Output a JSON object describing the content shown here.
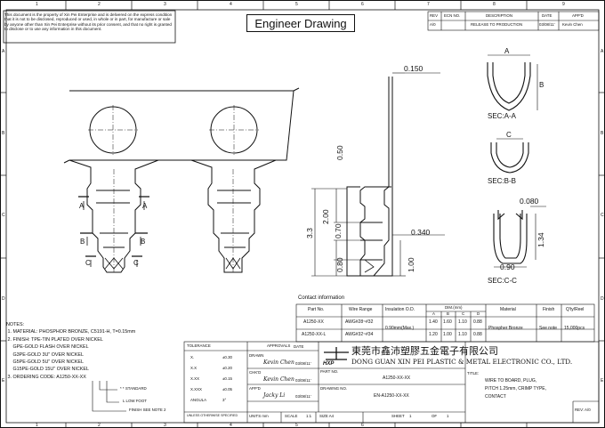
{
  "notice": "This document is the property of Xin Pei Enterprise and is delivered on the express condition that it is not to be disclosed, reproduced or used, in whole or in part, for manufacture or sale by anyone other than Xin Pei Enterprise without its prior consent, and that no right is granted to disclose or to use any information in this document.",
  "title": "Engineer Drawing",
  "columns": [
    "1",
    "2",
    "3",
    "4",
    "5",
    "6",
    "7",
    "8",
    "9"
  ],
  "rows": [
    "A",
    "B",
    "C",
    "D",
    "E"
  ],
  "revision": {
    "headers": [
      "REV",
      "ECN NO.",
      "DESCRIPTION",
      "DATE",
      "APP'D"
    ],
    "row": [
      "A/0",
      "",
      "RELEASE TO PRODUCTION",
      "03/08/11'",
      "Kevin Chen"
    ]
  },
  "dimensions": {
    "thickness": "0.150",
    "d050": "0.50",
    "d200": "2.00",
    "d33": "3.3",
    "d070": "0.70",
    "d0340": "0.340",
    "d080": "0.80",
    "d100": "1.00",
    "d0080": "0.080",
    "d134": "1.34",
    "d090": "0.90"
  },
  "sections": {
    "a": "SEC:A-A",
    "b": "SEC:B-B",
    "c": "SEC:C-C",
    "label_a": "A",
    "label_b": "B",
    "label_c": "C"
  },
  "contact": {
    "title": "Contact information",
    "headers": [
      "Part No.",
      "Wire Range",
      "Insulation O.D.",
      "DIM.(mm)",
      "Material",
      "Finish",
      "Q'ty/Reel"
    ],
    "dim_cols": [
      "A",
      "B",
      "C",
      "D"
    ],
    "rows": [
      {
        "part": "A1250-XX",
        "wire": "AWG#28~#32",
        "a": "1.40",
        "b": "1.60",
        "c": "1.10",
        "d": "0.88"
      },
      {
        "part": "A1250-XX-L",
        "wire": "AWG#32~#34",
        "a": "1.20",
        "b": "1.00",
        "c": "1.10",
        "d": "0.88"
      }
    ],
    "insulation": "0.90mm(Max.)",
    "material": "Phospher Bronze",
    "finish": "See note",
    "qty": "15,000pcs"
  },
  "notes": "NOTES:\n 1. MATERIAL: PHOSPHOR BRONZE, C5191-H, T=0.15mm\n 2. FINISH: TPE-TIN PLATED OVER NICKEL\n     GPE-GOLD FLASH OVER NICKEL\n     G3PE-GOLD 3U\" OVER NICKEL\n     G5PE-GOLD 5U\" OVER NICKEL\n     G15PE-GOLD 15U\" OVER NICKEL\n 3. ORDERING CODE: A1250-XX-XX",
  "ordering": {
    "standard": "* * STANDARD",
    "low_foot": "L  LOW FOOT",
    "finish": "FINISH SEE NOTE 2"
  },
  "tolerance": {
    "title": "TOLERANCE",
    "rows": [
      [
        "X.",
        "±0.30"
      ],
      [
        "X.X",
        "±0.20"
      ],
      [
        "X.XX",
        "±0.15"
      ],
      [
        "X.XXX",
        "±0.05"
      ],
      [
        "ANGULA",
        "3°"
      ]
    ],
    "unless": "UNLESS OTHERWISE SPECIFIED"
  },
  "approvals": {
    "title": "APPROVALS",
    "date_label": "DATE",
    "rows": [
      {
        "role": "DRAWN",
        "name": "Kevin Chen",
        "date": "03/08/11'"
      },
      {
        "role": "CHK'D",
        "name": "Kevin Chen",
        "date": "03/08/11'"
      },
      {
        "role": "APP'D",
        "name": "Jacky Li",
        "date": "03/08/11'"
      }
    ],
    "units": "UNITS  mm",
    "scale": "SCALE",
    "scale_val": "1:1",
    "size": "SIZE  A4"
  },
  "company": {
    "logo": "HXP",
    "chinese": "東莞市鑫沛塑膠五金電子有限公司",
    "english": "DONG GUAN XIN PEI PLASTIC & METAL ELECTRONIC CO., LTD."
  },
  "part_no": {
    "label": "PART NO.",
    "value": "A1250-XX-XX"
  },
  "drawing_no": {
    "label": "DRAWING NO.",
    "value": "EN-A1250-XX-XX"
  },
  "sheet": {
    "label": "SHEET",
    "value": "1",
    "of": "OF",
    "total": "1"
  },
  "title_block": {
    "label": "TITLE:",
    "lines": [
      "WIRE TO BOARD, PLUG,",
      "PITCH 1.25mm, CRIMP TYPE,",
      "CONTACT"
    ],
    "rev": "REV: A/0"
  }
}
